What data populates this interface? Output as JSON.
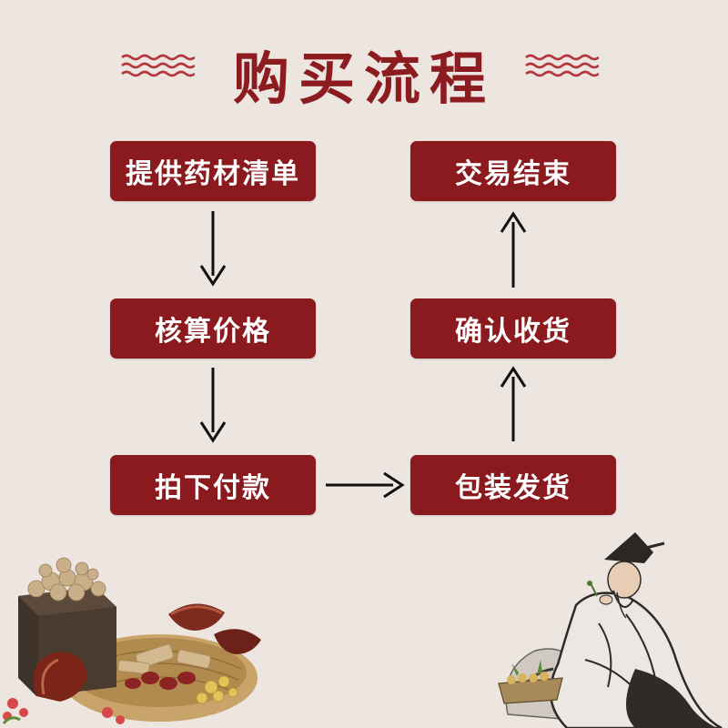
{
  "title": "购买流程",
  "colors": {
    "accent": "#8b1a1e",
    "background": "#ece5e0",
    "text_on_accent": "#ffffff",
    "arrow": "#111111"
  },
  "steps": [
    {
      "id": "s1",
      "label": "提供药材清单"
    },
    {
      "id": "s2",
      "label": "核算价格"
    },
    {
      "id": "s3",
      "label": "拍下付款"
    },
    {
      "id": "s4",
      "label": "包装发货"
    },
    {
      "id": "s5",
      "label": "确认收货"
    },
    {
      "id": "s6",
      "label": "交易结束"
    }
  ],
  "flow": [
    {
      "from": "s1",
      "to": "s2"
    },
    {
      "from": "s2",
      "to": "s3"
    },
    {
      "from": "s3",
      "to": "s4"
    },
    {
      "from": "s4",
      "to": "s5"
    },
    {
      "from": "s5",
      "to": "s6"
    }
  ],
  "decorations": {
    "bottom_left": "herbs-basket-illustration",
    "bottom_right": "sage-painting-illustration",
    "title_ornament": "wave-ornament-icon"
  }
}
